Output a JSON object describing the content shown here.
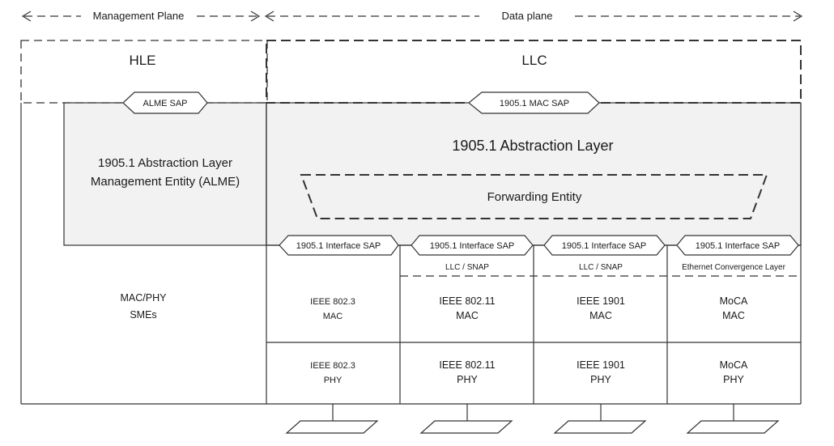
{
  "header": {
    "management_plane": "Management Plane",
    "data_plane": "Data plane"
  },
  "hle": {
    "label": "HLE"
  },
  "llc": {
    "label": "LLC"
  },
  "alme_sap": {
    "label": "ALME SAP"
  },
  "mac_sap": {
    "label": "1905.1 MAC SAP"
  },
  "alme": {
    "line1": "1905.1 Abstraction Layer",
    "line2": "Management Entity (ALME)"
  },
  "abstraction_layer": {
    "label": "1905.1 Abstraction Layer"
  },
  "forwarding_entity": {
    "label": "Forwarding  Entity"
  },
  "mac_phy_smes": {
    "line1": "MAC/PHY",
    "line2": "SMEs"
  },
  "interfaces": [
    {
      "sap": "1905.1 Interface SAP",
      "sublayer": "",
      "mac": [
        "IEEE 802.3",
        "MAC"
      ],
      "phy": [
        "IEEE 802.3",
        "PHY"
      ]
    },
    {
      "sap": "1905.1 Interface SAP",
      "sublayer": "LLC / SNAP",
      "mac": [
        "IEEE 802.11",
        "MAC"
      ],
      "phy": [
        "IEEE 802.11",
        "PHY"
      ]
    },
    {
      "sap": "1905.1 Interface SAP",
      "sublayer": "LLC / SNAP",
      "mac": [
        "IEEE 1901",
        "MAC"
      ],
      "phy": [
        "IEEE 1901",
        "PHY"
      ]
    },
    {
      "sap": "1905.1 Interface SAP",
      "sublayer": "Ethernet Convergence Layer",
      "mac": [
        "MoCA",
        "MAC"
      ],
      "phy": [
        "MoCA",
        "PHY"
      ]
    }
  ]
}
